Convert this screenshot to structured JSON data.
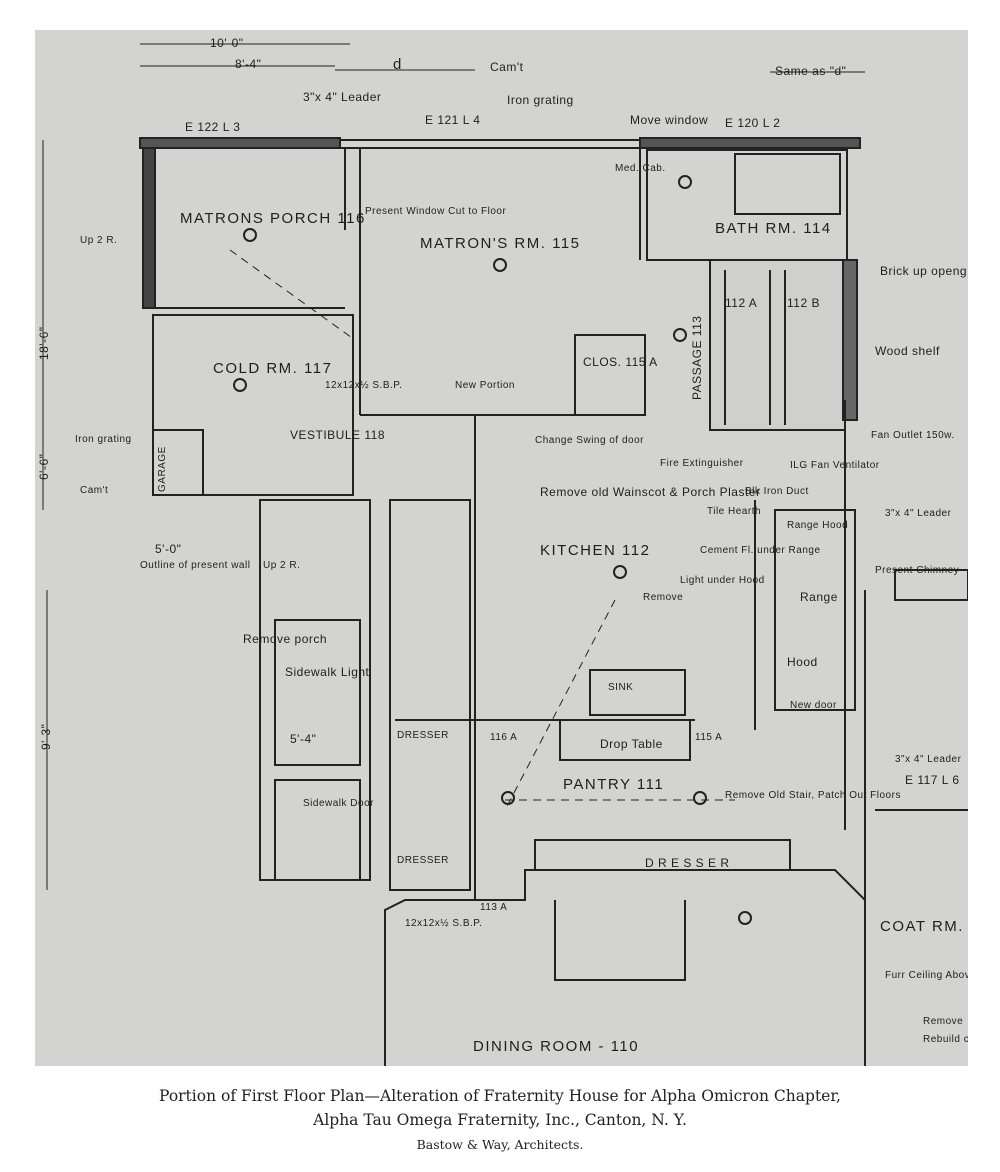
{
  "plan": {
    "dims": [
      "10'-0\"",
      "8'-4\"",
      "d",
      "Cam't",
      "Iron grating",
      "3\"x 4\" Leader",
      "Same as \"d\"",
      "18'-6\"",
      "6'-6\"",
      "9'-3\"",
      "5'-0\"",
      "5'-4\""
    ],
    "labels": [
      "E 122  L 3",
      "E 121  L 4",
      "Move window",
      "E 120  L 2",
      "MATRONS PORCH 116",
      "MATRON'S RM. 115",
      "BATH RM. 114",
      "Med. Cab.",
      "Brick up openg.",
      "Wood shelf",
      "COLD RM. 117",
      "VESTIBULE 118",
      "CLOS. 115 A",
      "PASSAGE 113",
      "KITCHEN 112",
      "Remove old Wainscot & Porch Plaster",
      "Fire Extinguisher",
      "Range Hood",
      "Present Chimney",
      "Range",
      "Hood",
      "Sidewalk Light",
      "Remove porch",
      "DRESSER",
      "Drop Table",
      "PANTRY 111",
      "Remove Old Stair, Patch Out Floors",
      "SINK",
      "D R E S S E R",
      "DINING ROOM - 110",
      "COAT RM.",
      "Iron grating",
      "Outline of present wall",
      "E 117  L 6",
      "3\"x 4\" Leader",
      "Present Window Cut to Floor",
      "New Portion",
      "Change Swing of door",
      "Tile Hearth",
      "Cement Fl. under Range",
      "Light under Hood",
      "112 A",
      "112 B",
      "Up 2 R.",
      "Up 2 R.",
      "DRESSER",
      "Sidewalk Door",
      "12x12x½ S.B.P.",
      "12x12x½ S.B.P.",
      "Fan Outlet 150w.",
      "ILG Fan Ventilator",
      "Blk Iron Duct",
      "3\"x 4\" Leader",
      "New door",
      "116 A",
      "115 A",
      "113 A",
      "Remove",
      "Cam't",
      "GARAGE",
      "Furr Ceiling Above Window & Plaster",
      "Remove",
      "Rebuild chimney"
    ]
  },
  "caption": {
    "line1": "Portion of First Floor Plan—Alteration of Fraternity House for Alpha Omicron Chapter,",
    "line2": "Alpha Tau Omega Fraternity, Inc., Canton, N. Y.",
    "line3": "Bastow & Way, Architects."
  }
}
